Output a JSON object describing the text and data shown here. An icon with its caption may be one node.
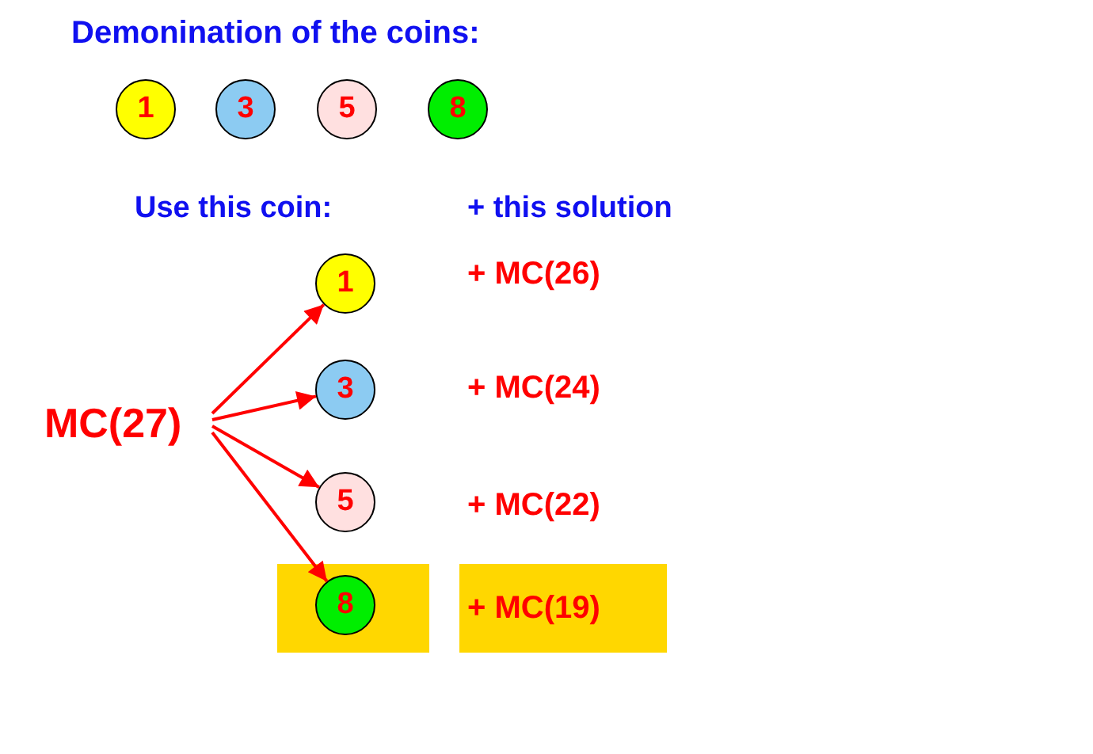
{
  "diagram": {
    "title": "Demonination of the coins:",
    "nodes": [
      {
        "text": [
          "1"
        ]
      },
      {
        "text": [
          "3"
        ]
      },
      {
        "text": [
          "5"
        ]
      },
      {
        "text": [
          "8"
        ]
      },
      {
        "text": [
          "MC(27)"
        ]
      },
      {
        "text": [
          "1"
        ]
      },
      {
        "text": [
          "3"
        ]
      },
      {
        "text": [
          "5"
        ]
      },
      {
        "text": [],
        "shape": "box"
      },
      {
        "text": [
          "8"
        ],
        "in": 8
      },
      {
        "text": [
          "+ MC(19)"
        ]
      }
    ],
    "edges": [
      {
        "from": 4,
        "to": 5,
        "arrow": "to"
      },
      {
        "from": 4,
        "to": 6,
        "arrow": "to"
      },
      {
        "from": 4,
        "to": 7,
        "arrow": "to"
      },
      {
        "from": 4,
        "to": 9,
        "arrow": "to"
      }
    ],
    "labels": [
      "Use this coin:",
      "+ this solution",
      "+ MC(26)",
      "+ MC(24)",
      "+ MC(22)"
    ]
  }
}
